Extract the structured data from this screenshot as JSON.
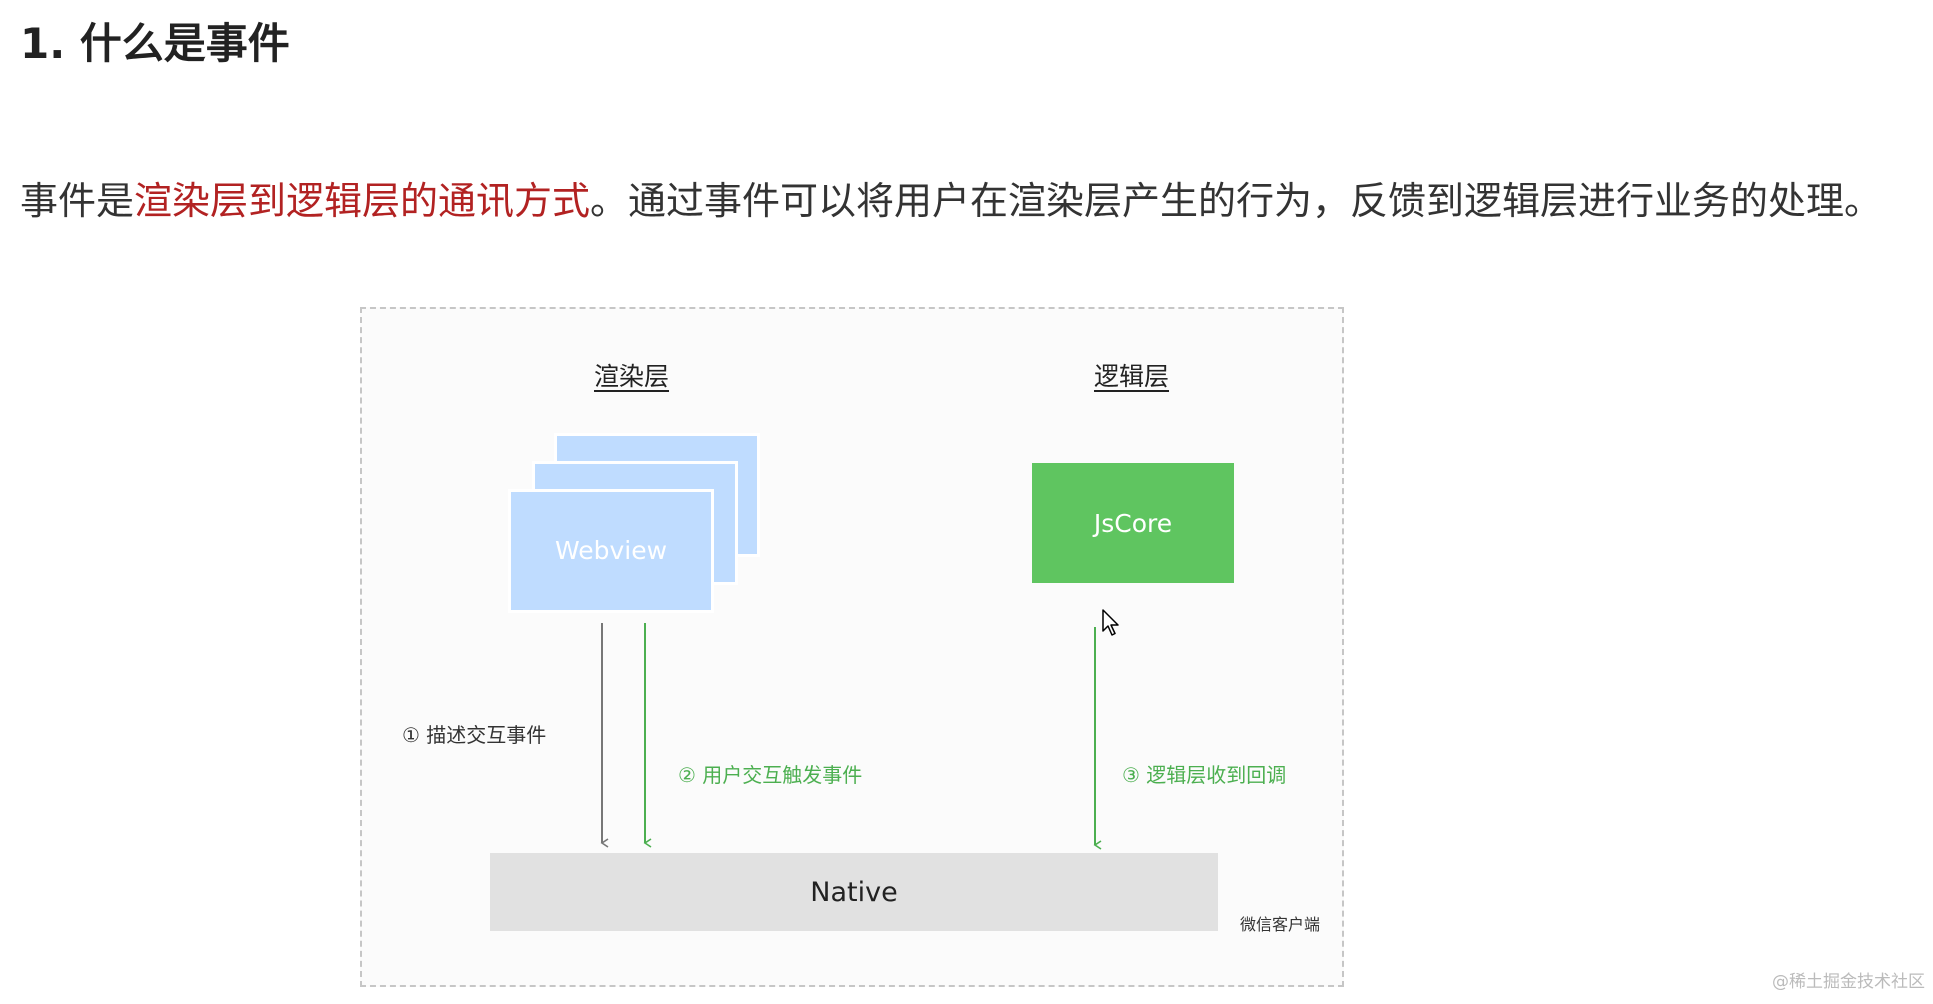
{
  "heading": {
    "title": "1. 什么是事件"
  },
  "intro": {
    "before": "事件是",
    "highlight": "渲染层到逻辑层的通讯方式",
    "after": "。通过事件可以将用户在渲染层产生的行为，反馈到逻辑层进行业务的处理。"
  },
  "diagram": {
    "render_layer_title": "渲染层",
    "logic_layer_title": "逻辑层",
    "webview_label": "Webview",
    "jscore_label": "JsCore",
    "native_label": "Native",
    "client_label": "微信客户端",
    "step1": "① 描述交互事件",
    "step2": "② 用户交互触发事件",
    "step3": "③ 逻辑层收到回调"
  },
  "colors": {
    "highlight_red": "#b22222",
    "webview_blue": "#bfdcff",
    "jscore_green": "#5fc560",
    "native_gray": "#e1e1e1",
    "arrow_green": "#4caf50",
    "arrow_gray": "#777777"
  },
  "icons": {
    "cursor": "mouse-pointer-icon"
  },
  "watermark": "@稀土掘金技术社区"
}
